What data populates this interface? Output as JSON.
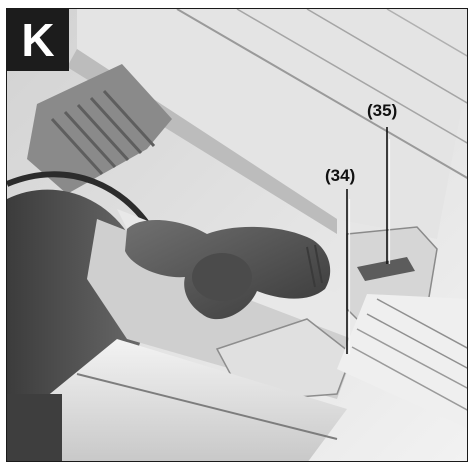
{
  "figure": {
    "panel_letter": "K",
    "callouts": [
      {
        "id": "35",
        "label": "(35)"
      },
      {
        "id": "34",
        "label": "(34)"
      }
    ]
  },
  "colors": {
    "frame": "#1a1a1a",
    "panel_bg": "#1c1c1c",
    "panel_text": "#ffffff",
    "metal_light": "#e6e6e6",
    "metal_mid": "#b9b9b9",
    "dark_part": "#4a4a4a",
    "knob": "#5a5a5a"
  }
}
